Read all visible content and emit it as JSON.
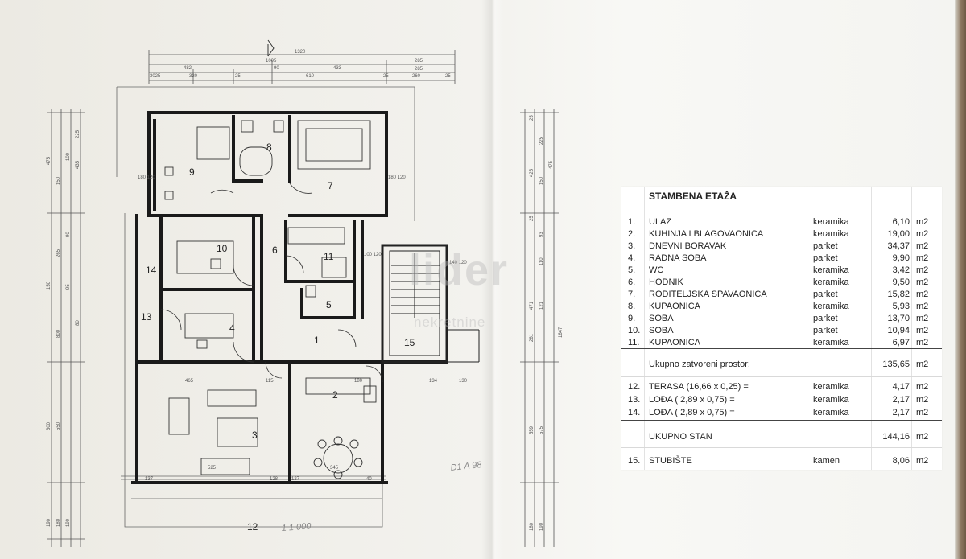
{
  "table": {
    "title": "STAMBENA ETAŽA",
    "rooms": [
      {
        "no": "1.",
        "name": "ULAZ",
        "material": "keramika",
        "area": "6,10",
        "unit": "m2"
      },
      {
        "no": "2.",
        "name": "KUHINJA I BLAGOVAONICA",
        "material": "keramika",
        "area": "19,00",
        "unit": "m2"
      },
      {
        "no": "3.",
        "name": "DNEVNI BORAVAK",
        "material": "parket",
        "area": "34,37",
        "unit": "m2"
      },
      {
        "no": "4.",
        "name": "RADNA SOBA",
        "material": "parket",
        "area": "9,90",
        "unit": "m2"
      },
      {
        "no": "5.",
        "name": "WC",
        "material": "keramika",
        "area": "3,42",
        "unit": "m2"
      },
      {
        "no": "6.",
        "name": "HODNIK",
        "material": "keramika",
        "area": "9,50",
        "unit": "m2"
      },
      {
        "no": "7.",
        "name": "RODITELJSKA SPAVAONICA",
        "material": "parket",
        "area": "15,82",
        "unit": "m2"
      },
      {
        "no": "8.",
        "name": "KUPAONICA",
        "material": "keramika",
        "area": "5,93",
        "unit": "m2"
      },
      {
        "no": "9.",
        "name": "SOBA",
        "material": "parket",
        "area": "13,70",
        "unit": "m2"
      },
      {
        "no": "10.",
        "name": "SOBA",
        "material": "parket",
        "area": "10,94",
        "unit": "m2"
      },
      {
        "no": "11.",
        "name": "KUPAONICA",
        "material": "keramika",
        "area": "6,97",
        "unit": "m2"
      }
    ],
    "enclosed": {
      "label": "Ukupno zatvoreni prostor:",
      "area": "135,65",
      "unit": "m2"
    },
    "outdoor": [
      {
        "no": "12.",
        "name": "TERASA (16,66 x 0,25) =",
        "material": "keramika",
        "area": "4,17",
        "unit": "m2"
      },
      {
        "no": "13.",
        "name": "LOĐA    ( 2,89 x 0,75) =",
        "material": "keramika",
        "area": "2,17",
        "unit": "m2"
      },
      {
        "no": "14.",
        "name": "LOĐA    ( 2,89 x 0,75) =",
        "material": "keramika",
        "area": "2,17",
        "unit": "m2"
      }
    ],
    "total": {
      "label": "UKUPNO STAN",
      "area": "144,16",
      "unit": "m2"
    },
    "stair": {
      "no": "15.",
      "name": "STUBIŠTE",
      "material": "kamen",
      "area": "8,06",
      "unit": "m2"
    }
  },
  "plan": {
    "room_labels": [
      "1",
      "2",
      "3",
      "4",
      "5",
      "6",
      "7",
      "8",
      "9",
      "10",
      "11",
      "12",
      "13",
      "14",
      "15"
    ],
    "dims_top": [
      "1320",
      "1005",
      "482",
      "433",
      "285",
      "3025",
      "320",
      "25",
      "610",
      "260",
      "285",
      "90",
      "25",
      "25"
    ],
    "dims_left": [
      "225",
      "100",
      "150",
      "475",
      "435",
      "90",
      "265",
      "95",
      "150",
      "80",
      "800",
      "600",
      "550",
      "190",
      "180",
      "190"
    ],
    "dims_right": [
      "25",
      "225",
      "475",
      "150",
      "425",
      "25",
      "93",
      "110",
      "471",
      "121",
      "1647",
      "261",
      "559",
      "575",
      "180",
      "190"
    ],
    "dims_mid": [
      "180\n120",
      "180\n120",
      "100\n120",
      "140\n120",
      "465",
      "115",
      "180",
      "134",
      "130",
      "525",
      "345",
      "137",
      "128",
      "127",
      "40"
    ],
    "handwriting": [
      "D1 A 98",
      "1 1 000"
    ]
  },
  "watermark": {
    "name": "lider",
    "sub": "nekretnine"
  }
}
